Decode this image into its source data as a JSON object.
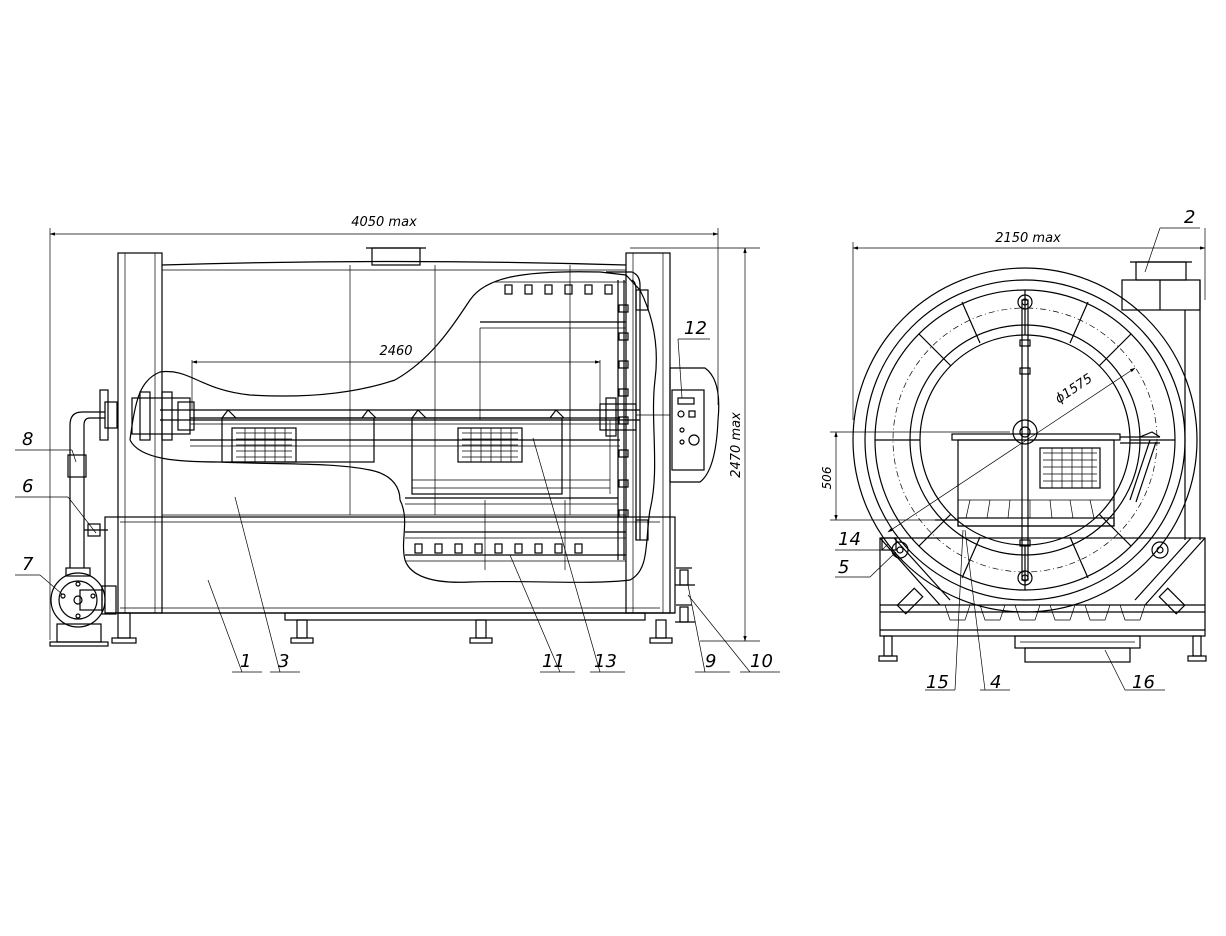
{
  "dimensions": {
    "overall_length": "4050 max",
    "height": "2470 max",
    "drum_length": "2460",
    "overall_width": "2150 max",
    "drum_diameter": "ϕ1575",
    "axis_height": "506"
  },
  "callouts": {
    "c1": "1",
    "c2": "2",
    "c3": "3",
    "c4": "4",
    "c5": "5",
    "c6": "6",
    "c7": "7",
    "c8": "8",
    "c9": "9",
    "c10": "10",
    "c11": "11",
    "c12": "12",
    "c13": "13",
    "c14": "14",
    "c15": "15",
    "c16": "16"
  }
}
